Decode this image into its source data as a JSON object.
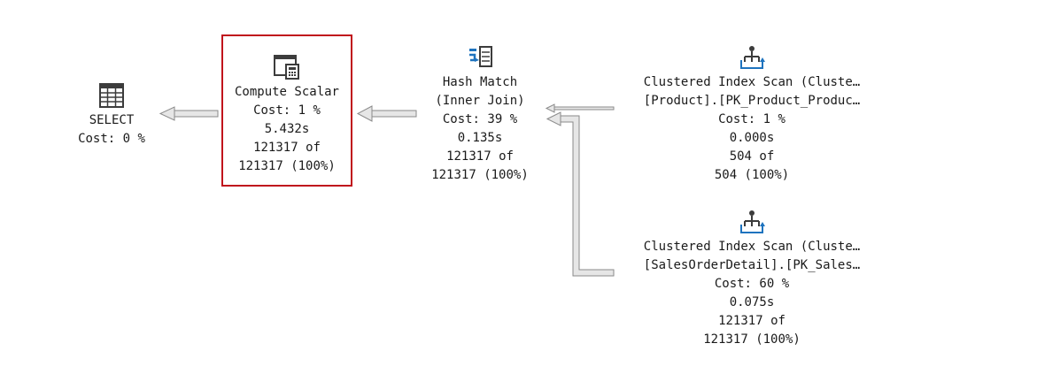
{
  "plan": {
    "nodes": {
      "select": {
        "icon": "table-grid-icon",
        "lines": [
          "SELECT",
          "Cost: 0 %"
        ]
      },
      "compute_scalar": {
        "icon": "compute-scalar-icon",
        "selected": true,
        "lines": [
          "Compute Scalar",
          "Cost: 1 %",
          "5.432s",
          "121317 of",
          "121317 (100%)"
        ]
      },
      "hash_match": {
        "icon": "hash-match-icon",
        "lines": [
          "Hash Match",
          "(Inner Join)",
          "Cost: 39 %",
          "0.135s",
          "121317 of",
          "121317 (100%)"
        ]
      },
      "scan_product": {
        "icon": "clustered-index-scan-icon",
        "lines": [
          "Clustered Index Scan (Cluste…",
          "[Product].[PK_Product_Produc…",
          "Cost: 1 %",
          "0.000s",
          "504 of",
          "504 (100%)"
        ]
      },
      "scan_sales": {
        "icon": "clustered-index-scan-icon",
        "lines": [
          "Clustered Index Scan (Cluste…",
          "[SalesOrderDetail].[PK_Sales…",
          "Cost: 60 %",
          "0.075s",
          "121317 of",
          "121317 (100%)"
        ]
      }
    },
    "colors": {
      "selection_border": "#c0121c",
      "arrow_fill": "#e6e6e6",
      "arrow_stroke": "#8a8a8a",
      "icon_dark": "#3c3c3c",
      "icon_blue": "#1e73be"
    }
  }
}
